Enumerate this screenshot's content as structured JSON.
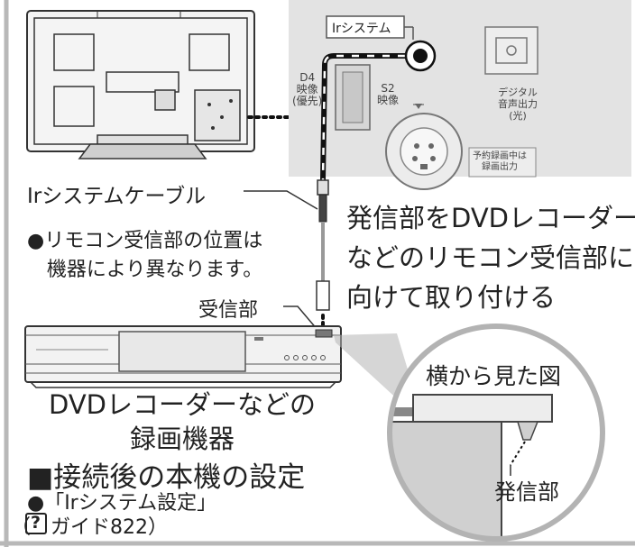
{
  "panel": {
    "ir_port_label": "Irシステム",
    "d4_label": "D4\n映像\n(優先)",
    "s2_label": "S2\n映像",
    "digital_label": "デジタル\n音声出力\n(光)",
    "reserve_label": "予約録画中は\n録画出力"
  },
  "labels": {
    "cable": "Irシステムケーブル",
    "note": "●リモコン受信部の位置は\n機器により異なります。",
    "receiver": "受信部",
    "instruction": "発信部をDVDレコーダー\nなどのリモコン受信部に\n向けて取り付ける",
    "recorder": "DVDレコーダーなどの\n録画機器",
    "side_view": "横から見た図",
    "emitter": "発信部"
  },
  "settings": {
    "heading": "■接続後の本機の設定",
    "item": "●「Irシステム設定」",
    "guide_open": "（",
    "guide_icon": "?",
    "guide_text": "ガイド822）"
  }
}
